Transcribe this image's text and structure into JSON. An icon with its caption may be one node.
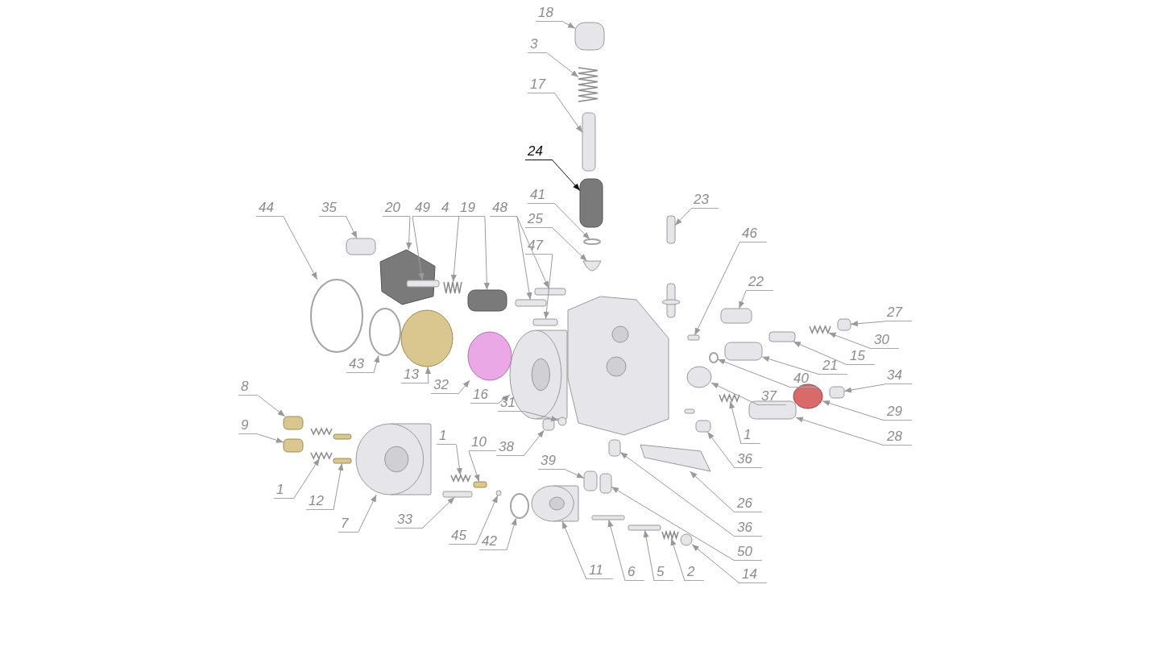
{
  "diagram": {
    "nodes": [
      {
        "text": [
          "18"
        ]
      },
      {
        "text": [
          "3"
        ]
      },
      {
        "text": [
          "17"
        ]
      },
      {
        "text": [
          "24"
        ]
      },
      {
        "text": [
          "41"
        ]
      },
      {
        "text": [
          "44"
        ]
      },
      {
        "text": [
          "35"
        ]
      },
      {
        "text": [
          "20"
        ]
      },
      {
        "text": [
          "49"
        ]
      },
      {
        "text": [
          "4"
        ]
      },
      {
        "text": [
          "19"
        ]
      },
      {
        "text": [
          "48"
        ]
      },
      {
        "text": [
          "23"
        ]
      },
      {
        "text": [
          "25"
        ]
      },
      {
        "text": [
          "47"
        ]
      },
      {
        "text": [
          "46"
        ]
      },
      {
        "text": [
          "22"
        ]
      },
      {
        "text": [
          "27"
        ]
      },
      {
        "text": [
          "30"
        ]
      },
      {
        "text": [
          "15"
        ]
      },
      {
        "text": [
          "21"
        ]
      },
      {
        "text": [
          "40"
        ]
      },
      {
        "text": [
          "43"
        ]
      },
      {
        "text": [
          "13"
        ]
      },
      {
        "text": [
          "37"
        ]
      },
      {
        "text": [
          "34"
        ]
      },
      {
        "text": [
          "32"
        ]
      },
      {
        "text": [
          "16"
        ]
      },
      {
        "text": [
          "29"
        ]
      },
      {
        "text": [
          "31"
        ]
      },
      {
        "text": [
          "8"
        ]
      },
      {
        "text": [
          "28"
        ]
      },
      {
        "text": [
          "1"
        ]
      },
      {
        "text": [
          "38"
        ]
      },
      {
        "text": [
          "9"
        ]
      },
      {
        "text": [
          "36"
        ]
      },
      {
        "text": [
          "1"
        ]
      },
      {
        "text": [
          "10"
        ]
      },
      {
        "text": [
          "39"
        ]
      },
      {
        "text": [
          "12"
        ]
      },
      {
        "text": [
          "7"
        ]
      },
      {
        "text": [
          "1"
        ]
      },
      {
        "text": [
          "33"
        ]
      },
      {
        "text": [
          "26"
        ]
      },
      {
        "text": [
          "36"
        ]
      },
      {
        "text": [
          "45"
        ]
      },
      {
        "text": [
          "42"
        ]
      },
      {
        "text": [
          "50"
        ]
      },
      {
        "text": [
          "11"
        ]
      },
      {
        "text": [
          "6"
        ]
      },
      {
        "text": [
          "5"
        ]
      },
      {
        "text": [
          "2"
        ]
      },
      {
        "text": [
          "14"
        ]
      },
      {
        "text": [],
        "shape": "box"
      },
      {
        "text": [],
        "shape": "spring"
      },
      {
        "text": [],
        "shape": "box"
      },
      {
        "text": [],
        "shape": "box"
      },
      {
        "text": [],
        "shape": "ring"
      },
      {
        "text": [],
        "shape": "ring"
      },
      {
        "text": [],
        "shape": "box"
      },
      {
        "text": [],
        "shape": "polygon"
      },
      {
        "text": [],
        "shape": "box"
      },
      {
        "text": [],
        "shape": "spring"
      },
      {
        "text": [],
        "shape": "box"
      },
      {
        "text": [],
        "shape": "box"
      },
      {
        "text": [],
        "shape": "box"
      },
      {
        "text": [],
        "shape": "box"
      },
      {
        "text": [],
        "shape": "dome"
      },
      {
        "text": [],
        "shape": "box"
      },
      {
        "text": [],
        "shape": "box"
      },
      {
        "text": [],
        "shape": "box"
      },
      {
        "text": [],
        "shape": "box"
      },
      {
        "text": [],
        "shape": "spring"
      },
      {
        "text": [],
        "shape": "box"
      },
      {
        "text": [],
        "shape": "box"
      },
      {
        "text": [],
        "shape": "ring"
      },
      {
        "text": [],
        "shape": "ring"
      },
      {
        "text": [],
        "shape": "circle"
      },
      {
        "text": [],
        "shape": "circle"
      },
      {
        "text": [],
        "shape": "box"
      },
      {
        "text": [],
        "shape": "circle"
      },
      {
        "text": [],
        "shape": "cylinder"
      },
      {
        "text": [],
        "shape": "circle"
      },
      {
        "text": [],
        "shape": "circle"
      },
      {
        "text": [],
        "shape": "box"
      },
      {
        "text": [],
        "shape": "box"
      },
      {
        "text": [],
        "shape": "spring"
      },
      {
        "text": [],
        "shape": "box"
      },
      {
        "text": [],
        "shape": "box"
      },
      {
        "text": [],
        "shape": "box"
      },
      {
        "text": [],
        "shape": "spring"
      },
      {
        "text": [],
        "shape": "box"
      },
      {
        "text": [],
        "shape": "box"
      },
      {
        "text": [],
        "shape": "box"
      },
      {
        "text": [],
        "shape": "cylinder"
      },
      {
        "text": [],
        "shape": "spring"
      },
      {
        "text": [],
        "shape": "box"
      },
      {
        "text": [],
        "shape": "bar"
      },
      {
        "text": [],
        "shape": "box"
      },
      {
        "text": [],
        "shape": "circle"
      },
      {
        "text": [],
        "shape": "ring"
      },
      {
        "text": [],
        "shape": "box"
      },
      {
        "text": [],
        "shape": "cylinder"
      },
      {
        "text": [],
        "shape": "box"
      },
      {
        "text": [],
        "shape": "box"
      },
      {
        "text": [],
        "shape": "spring"
      },
      {
        "text": [],
        "shape": "circle"
      }
    ],
    "edges": [
      {
        "from": 0,
        "to": 53,
        "arrow": "to"
      },
      {
        "from": 1,
        "to": 54,
        "arrow": "to"
      },
      {
        "from": 2,
        "to": 55,
        "arrow": "to"
      },
      {
        "from": 3,
        "to": 56,
        "arrow": "to",
        "color": "#111111"
      },
      {
        "from": 4,
        "to": 57,
        "arrow": "to"
      },
      {
        "from": 5,
        "to": 58,
        "arrow": "to"
      },
      {
        "from": 6,
        "to": 59,
        "arrow": "to"
      },
      {
        "from": 7,
        "to": 60,
        "arrow": "to"
      },
      {
        "from": 8,
        "to": 61,
        "arrow": "to"
      },
      {
        "from": 9,
        "to": 62,
        "arrow": "to"
      },
      {
        "from": 10,
        "to": 63,
        "arrow": "to"
      },
      {
        "from": 11,
        "to": 64,
        "arrow": "to"
      },
      {
        "from": 11,
        "to": 65,
        "arrow": "to"
      },
      {
        "from": 12,
        "to": 66,
        "arrow": "to"
      },
      {
        "from": 13,
        "to": 67,
        "arrow": "to"
      },
      {
        "from": 14,
        "to": 68,
        "arrow": "to"
      },
      {
        "from": 15,
        "to": 69,
        "arrow": "to"
      },
      {
        "from": 16,
        "to": 70,
        "arrow": "to"
      },
      {
        "from": 17,
        "to": 71,
        "arrow": "to"
      },
      {
        "from": 18,
        "to": 72,
        "arrow": "to"
      },
      {
        "from": 19,
        "to": 73,
        "arrow": "to"
      },
      {
        "from": 20,
        "to": 74,
        "arrow": "to"
      },
      {
        "from": 21,
        "to": 75,
        "arrow": "to"
      },
      {
        "from": 22,
        "to": 76,
        "arrow": "to"
      },
      {
        "from": 23,
        "to": 77,
        "arrow": "to"
      },
      {
        "from": 24,
        "to": 78,
        "arrow": "to"
      },
      {
        "from": 25,
        "to": 79,
        "arrow": "to"
      },
      {
        "from": 26,
        "to": 80,
        "arrow": "to"
      },
      {
        "from": 27,
        "to": 81,
        "arrow": "to"
      },
      {
        "from": 28,
        "to": 82,
        "arrow": "to"
      },
      {
        "from": 29,
        "to": 83,
        "arrow": "to"
      },
      {
        "from": 30,
        "to": 84,
        "arrow": "to"
      },
      {
        "from": 31,
        "to": 85,
        "arrow": "to"
      },
      {
        "from": 32,
        "to": 86,
        "arrow": "to"
      },
      {
        "from": 33,
        "to": 87,
        "arrow": "to"
      },
      {
        "from": 34,
        "to": 88,
        "arrow": "to"
      },
      {
        "from": 35,
        "to": 89,
        "arrow": "to"
      },
      {
        "from": 36,
        "to": 90,
        "arrow": "to"
      },
      {
        "from": 37,
        "to": 91,
        "arrow": "to"
      },
      {
        "from": 38,
        "to": 92,
        "arrow": "to"
      },
      {
        "from": 39,
        "to": 93,
        "arrow": "to"
      },
      {
        "from": 40,
        "to": 94,
        "arrow": "to"
      },
      {
        "from": 41,
        "to": 95,
        "arrow": "to"
      },
      {
        "from": 42,
        "to": 96,
        "arrow": "to"
      },
      {
        "from": 43,
        "to": 97,
        "arrow": "to"
      },
      {
        "from": 44,
        "to": 98,
        "arrow": "to"
      },
      {
        "from": 45,
        "to": 99,
        "arrow": "to"
      },
      {
        "from": 46,
        "to": 100,
        "arrow": "to"
      },
      {
        "from": 47,
        "to": 101,
        "arrow": "to"
      },
      {
        "from": 48,
        "to": 102,
        "arrow": "to"
      },
      {
        "from": 49,
        "to": 103,
        "arrow": "to"
      },
      {
        "from": 50,
        "to": 104,
        "arrow": "to"
      },
      {
        "from": 51,
        "to": 105,
        "arrow": "to"
      },
      {
        "from": 52,
        "to": 106,
        "arrow": "to"
      }
    ]
  }
}
